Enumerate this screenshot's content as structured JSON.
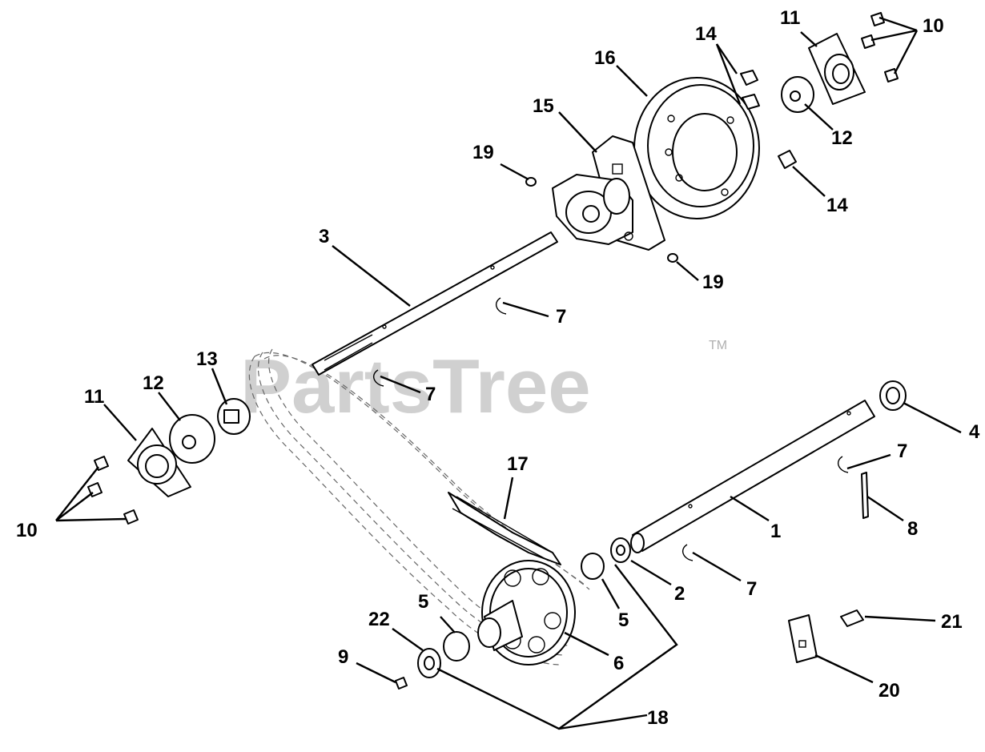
{
  "watermark": {
    "text": "PartsTree",
    "trademark": "TM",
    "color": "#c8c8c8"
  },
  "callouts": [
    {
      "id": "c1",
      "label": "1"
    },
    {
      "id": "c2",
      "label": "2"
    },
    {
      "id": "c3",
      "label": "3"
    },
    {
      "id": "c4",
      "label": "4"
    },
    {
      "id": "c5a",
      "label": "5"
    },
    {
      "id": "c5b",
      "label": "5"
    },
    {
      "id": "c6",
      "label": "6"
    },
    {
      "id": "c7a",
      "label": "7"
    },
    {
      "id": "c7b",
      "label": "7"
    },
    {
      "id": "c7c",
      "label": "7"
    },
    {
      "id": "c7d",
      "label": "7"
    },
    {
      "id": "c8",
      "label": "8"
    },
    {
      "id": "c9",
      "label": "9"
    },
    {
      "id": "c10a",
      "label": "10"
    },
    {
      "id": "c10b",
      "label": "10"
    },
    {
      "id": "c11a",
      "label": "11"
    },
    {
      "id": "c11b",
      "label": "11"
    },
    {
      "id": "c12a",
      "label": "12"
    },
    {
      "id": "c12b",
      "label": "12"
    },
    {
      "id": "c13",
      "label": "13"
    },
    {
      "id": "c14a",
      "label": "14"
    },
    {
      "id": "c14b",
      "label": "14"
    },
    {
      "id": "c15",
      "label": "15"
    },
    {
      "id": "c16",
      "label": "16"
    },
    {
      "id": "c17",
      "label": "17"
    },
    {
      "id": "c18",
      "label": "18"
    },
    {
      "id": "c19a",
      "label": "19"
    },
    {
      "id": "c19b",
      "label": "19"
    },
    {
      "id": "c20",
      "label": "20"
    },
    {
      "id": "c21",
      "label": "21"
    },
    {
      "id": "c22",
      "label": "22"
    }
  ]
}
